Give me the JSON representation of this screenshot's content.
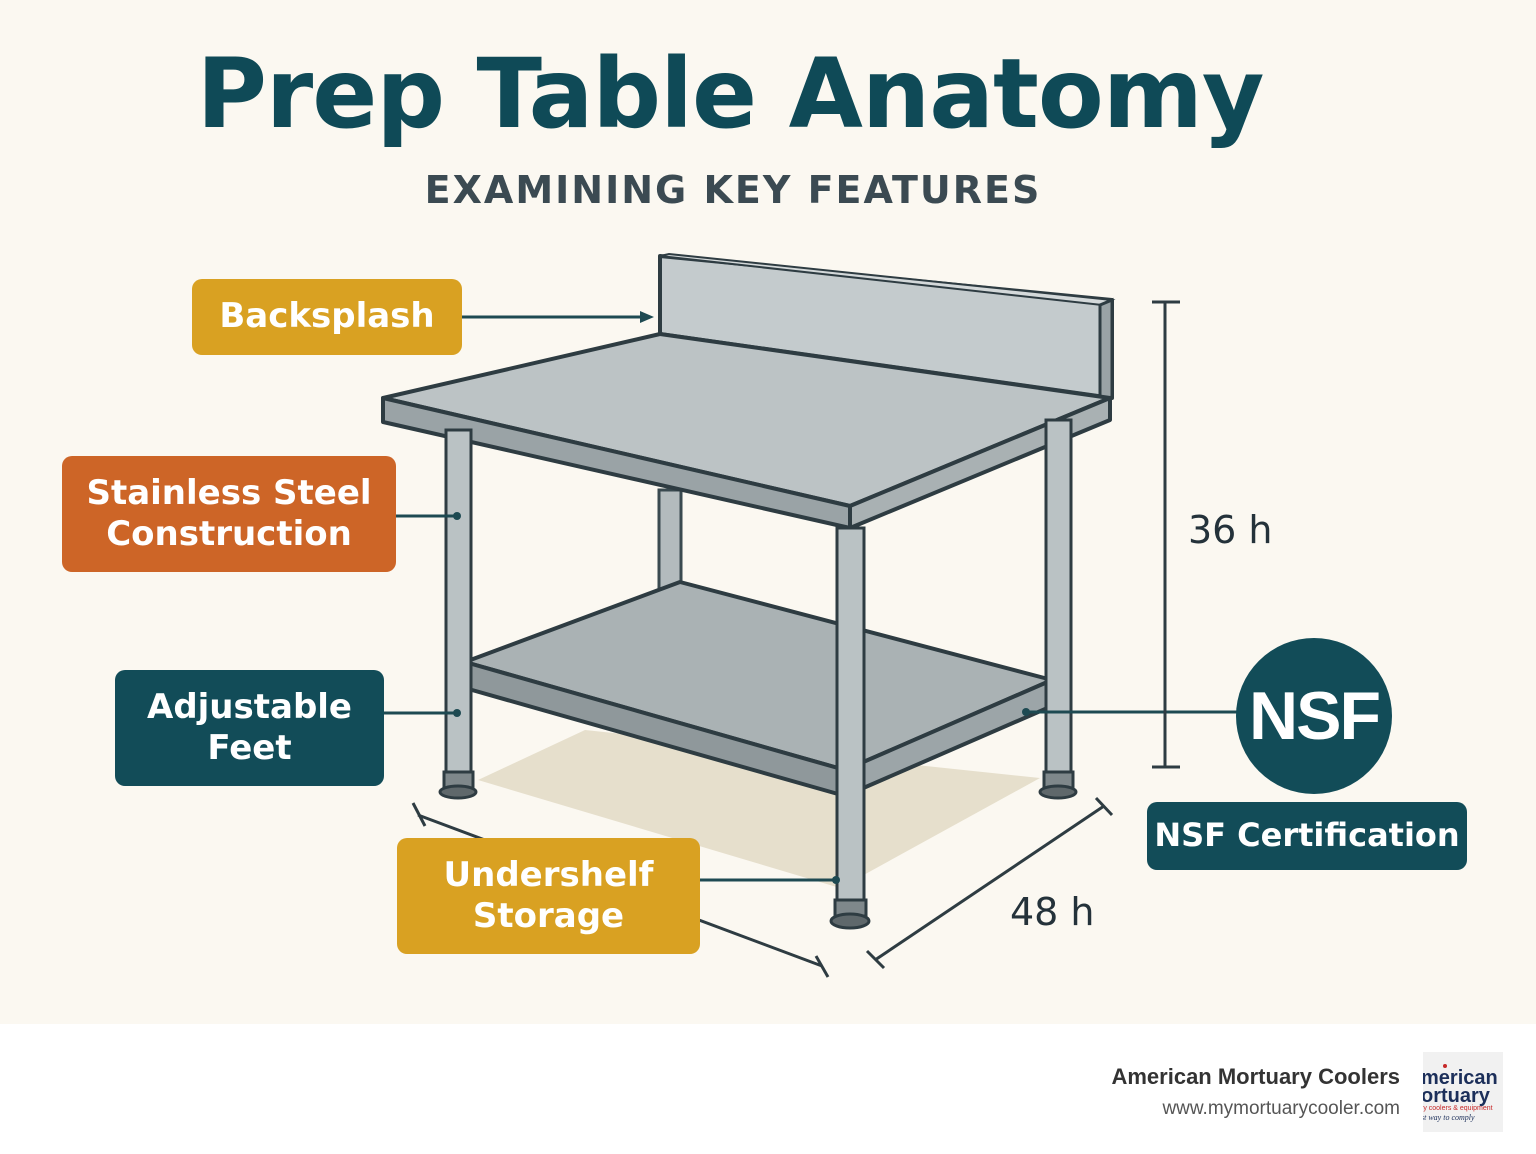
{
  "title": "Prep Table Anatomy",
  "subtitle": "EXAMINING KEY FEATURES",
  "labels": {
    "backsplash": "Backsplash",
    "steel": "Stainless Steel\nConstruction",
    "feet": "Adjustable\nFeet",
    "undershelf": "Undershelf\nStorage",
    "nsf_cert": "NSF Certification"
  },
  "nsf_badge": "NSF",
  "dimensions": {
    "height": "36 h",
    "width": "48 h"
  },
  "footer": {
    "company": "American Mortuary Coolers",
    "url": "www.mymortuarycooler.com",
    "logo_lines": [
      "merican",
      "ortuary",
      "ry coolers & equipment",
      "st way to comply"
    ]
  },
  "colors": {
    "background": "#fbf8f1",
    "teal": "#124c58",
    "yellow": "#d9a122",
    "orange": "#cd6527",
    "steel": "#b4bcbe"
  }
}
